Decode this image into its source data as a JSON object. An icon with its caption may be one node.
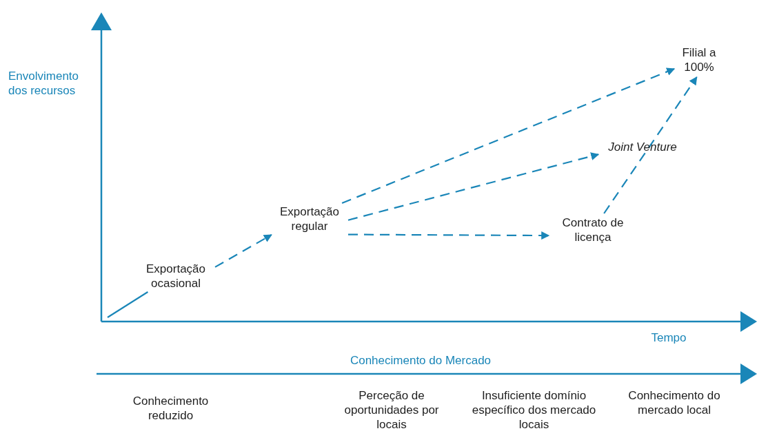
{
  "diagram": {
    "nodes": [
      {
        "text": [
          "Exportação ocasional"
        ]
      },
      {
        "text": [
          "Exportação regular"
        ]
      },
      {
        "text": [
          "Contrato de licença"
        ]
      },
      {
        "text": [
          "Joint Venture"
        ]
      },
      {
        "text": [
          "Filial a 100%"
        ]
      }
    ],
    "edges": [
      {
        "from": null,
        "to": 0,
        "arrow": "none"
      },
      {
        "from": 0,
        "to": 1,
        "arrow": "to",
        "style": "dashed"
      },
      {
        "from": 1,
        "to": 4,
        "arrow": "to",
        "style": "dashed"
      },
      {
        "from": 1,
        "to": 3,
        "arrow": "to",
        "style": "dashed"
      },
      {
        "from": 1,
        "to": 2,
        "arrow": "to",
        "style": "dashed"
      },
      {
        "from": 2,
        "to": 4,
        "arrow": "to",
        "style": "dashed"
      }
    ],
    "labels": [
      "Envolvimento dos recursos",
      "Tempo",
      "Conhecimento do Mercado",
      "Conhecimento reduzido",
      "Perceção de oportunidades por locais",
      "Insuficiente domínio específico dos mercado locais",
      "Conhecimento do mercado local"
    ]
  }
}
